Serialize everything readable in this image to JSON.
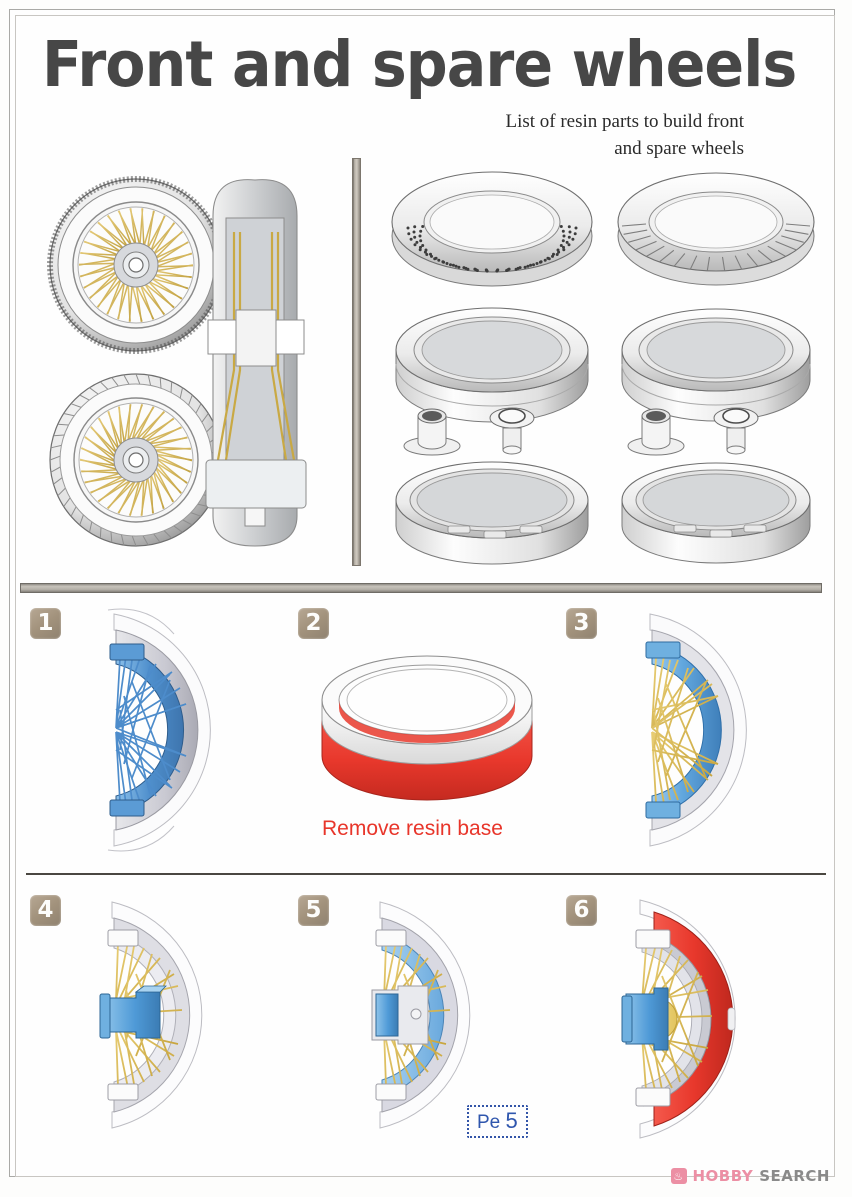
{
  "document": {
    "title": "Front and spare wheels",
    "subtitle_line1": "List of resin parts to build front",
    "subtitle_line2": "and spare wheels"
  },
  "parts_section": {
    "left_panel": {
      "name": "assembled-wheel-reference",
      "items": [
        {
          "label": "front wheel, spoked, face view"
        },
        {
          "label": "spare wheel, spoked, face view"
        },
        {
          "label": "wheel edge / side view with spokes"
        }
      ]
    },
    "right_panel": {
      "name": "resin-parts-list",
      "items": [
        {
          "label": "treaded tire, studded pattern"
        },
        {
          "label": "treaded tire, ribbed pattern"
        },
        {
          "label": "wheel rim ring, front"
        },
        {
          "label": "wheel rim ring, spare"
        },
        {
          "label": "hub bearing cup"
        },
        {
          "label": "hub spindle nut"
        },
        {
          "label": "hub bearing cup"
        },
        {
          "label": "hub spindle nut"
        },
        {
          "label": "inner rim band, front"
        },
        {
          "label": "inner rim band, spare"
        }
      ]
    }
  },
  "steps": [
    {
      "number": "1",
      "caption": "",
      "parts": "spoke web and rim, blue"
    },
    {
      "number": "2",
      "caption": "Remove resin base",
      "parts": "tire ring on resin base, red"
    },
    {
      "number": "3",
      "caption": "",
      "parts": "gold spokes with blue rim"
    },
    {
      "number": "4",
      "caption": "",
      "parts": "gold spokes with blue hub"
    },
    {
      "number": "5",
      "caption": "",
      "parts": "gold spokes, blue hub, grey rim"
    },
    {
      "number": "6",
      "caption": "",
      "parts": "complete wheel with red tire"
    }
  ],
  "callouts": {
    "pe_tag_prefix": "Pe",
    "pe_tag_number": "5"
  },
  "watermark": {
    "icon": "flame-icon",
    "brand_primary": "HOBBY",
    "brand_secondary": "SEARCH"
  },
  "colors": {
    "title_gray": "#474747",
    "badge_tan": "#a2927c",
    "note_red": "#e8352a",
    "tag_blue": "#2f56ad",
    "part_blue": "#5b9bd5",
    "part_gold": "#d9b650",
    "part_red": "#e8382c",
    "brand_pink": "#ec8fa4",
    "brand_gray": "#8a8a8a"
  }
}
